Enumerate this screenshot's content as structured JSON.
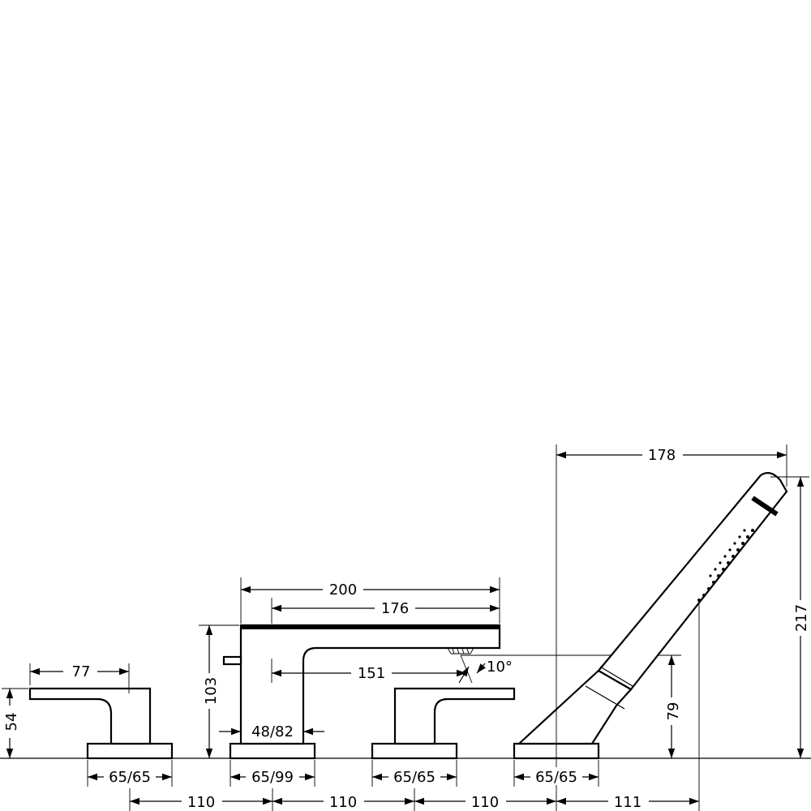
{
  "dimensions": {
    "faucet_reach_total": "200",
    "faucet_spout_length": "176",
    "faucet_spout_offset": "151",
    "spout_angle": "10°",
    "faucet_height": "103",
    "faucet_base": "48/82",
    "faucet_rosette": "65/99",
    "handle_length": "77",
    "handle_height": "54",
    "left_rosette": "65/65",
    "right_handle_rosette": "65/65",
    "hand_shower_rosette": "65/65",
    "spacing_1": "110",
    "spacing_2": "110",
    "spacing_3": "110",
    "spacing_4": "111",
    "hand_shower_reach": "178",
    "hand_shower_height": "217",
    "hand_shower_outlet_height": "79"
  }
}
